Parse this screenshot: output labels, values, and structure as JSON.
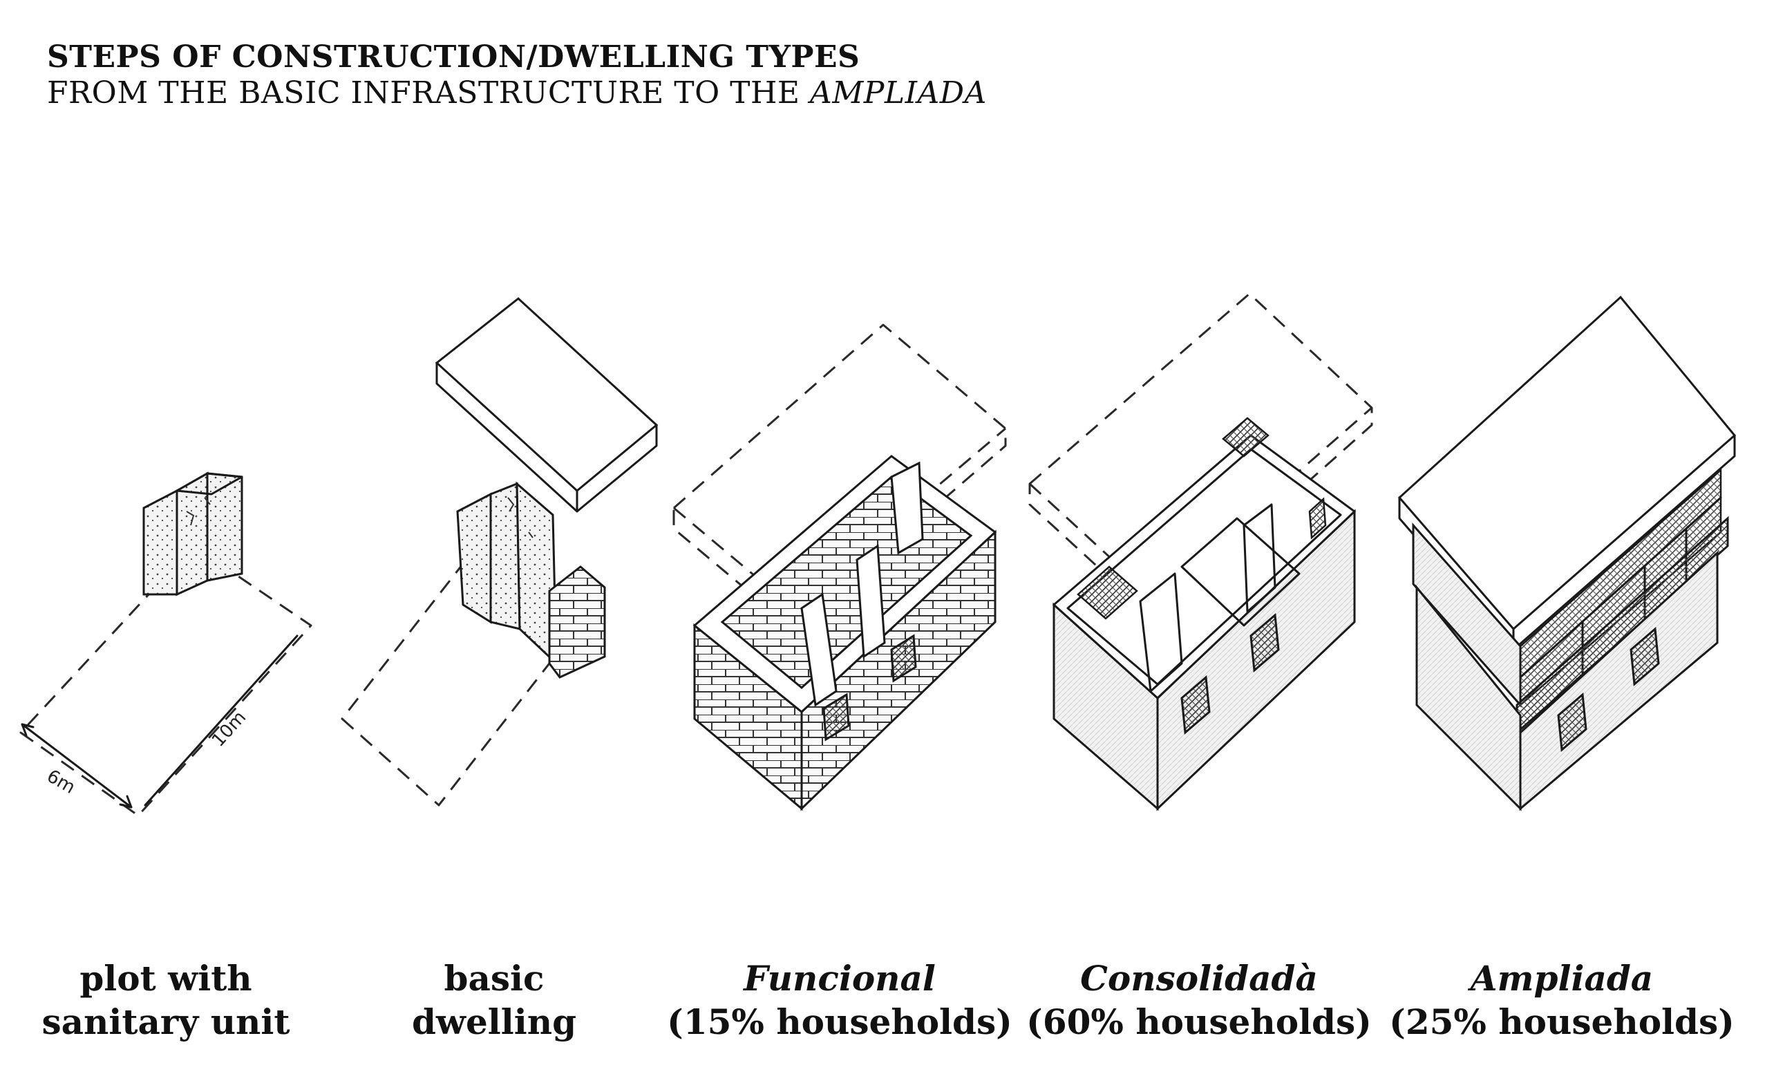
{
  "header": {
    "title": "STEPS OF CONSTRUCTION/DWELLING TYPES",
    "subtitle_main": "FROM THE BASIC INFRASTRUCTURE TO THE ",
    "subtitle_em": "AMPLIADA"
  },
  "dimensions": {
    "width_label": "6m",
    "length_label": "10m"
  },
  "stages": [
    {
      "line1": "plot with",
      "line2": "sanitary unit"
    },
    {
      "line1": "basic",
      "line2": "dwelling"
    },
    {
      "line1": "Funcional",
      "line2": "(15% households)"
    },
    {
      "line1": "Consolidadà",
      "line2": "(60% households)"
    },
    {
      "line1": "Ampliada",
      "line2": "(25% households)"
    }
  ]
}
